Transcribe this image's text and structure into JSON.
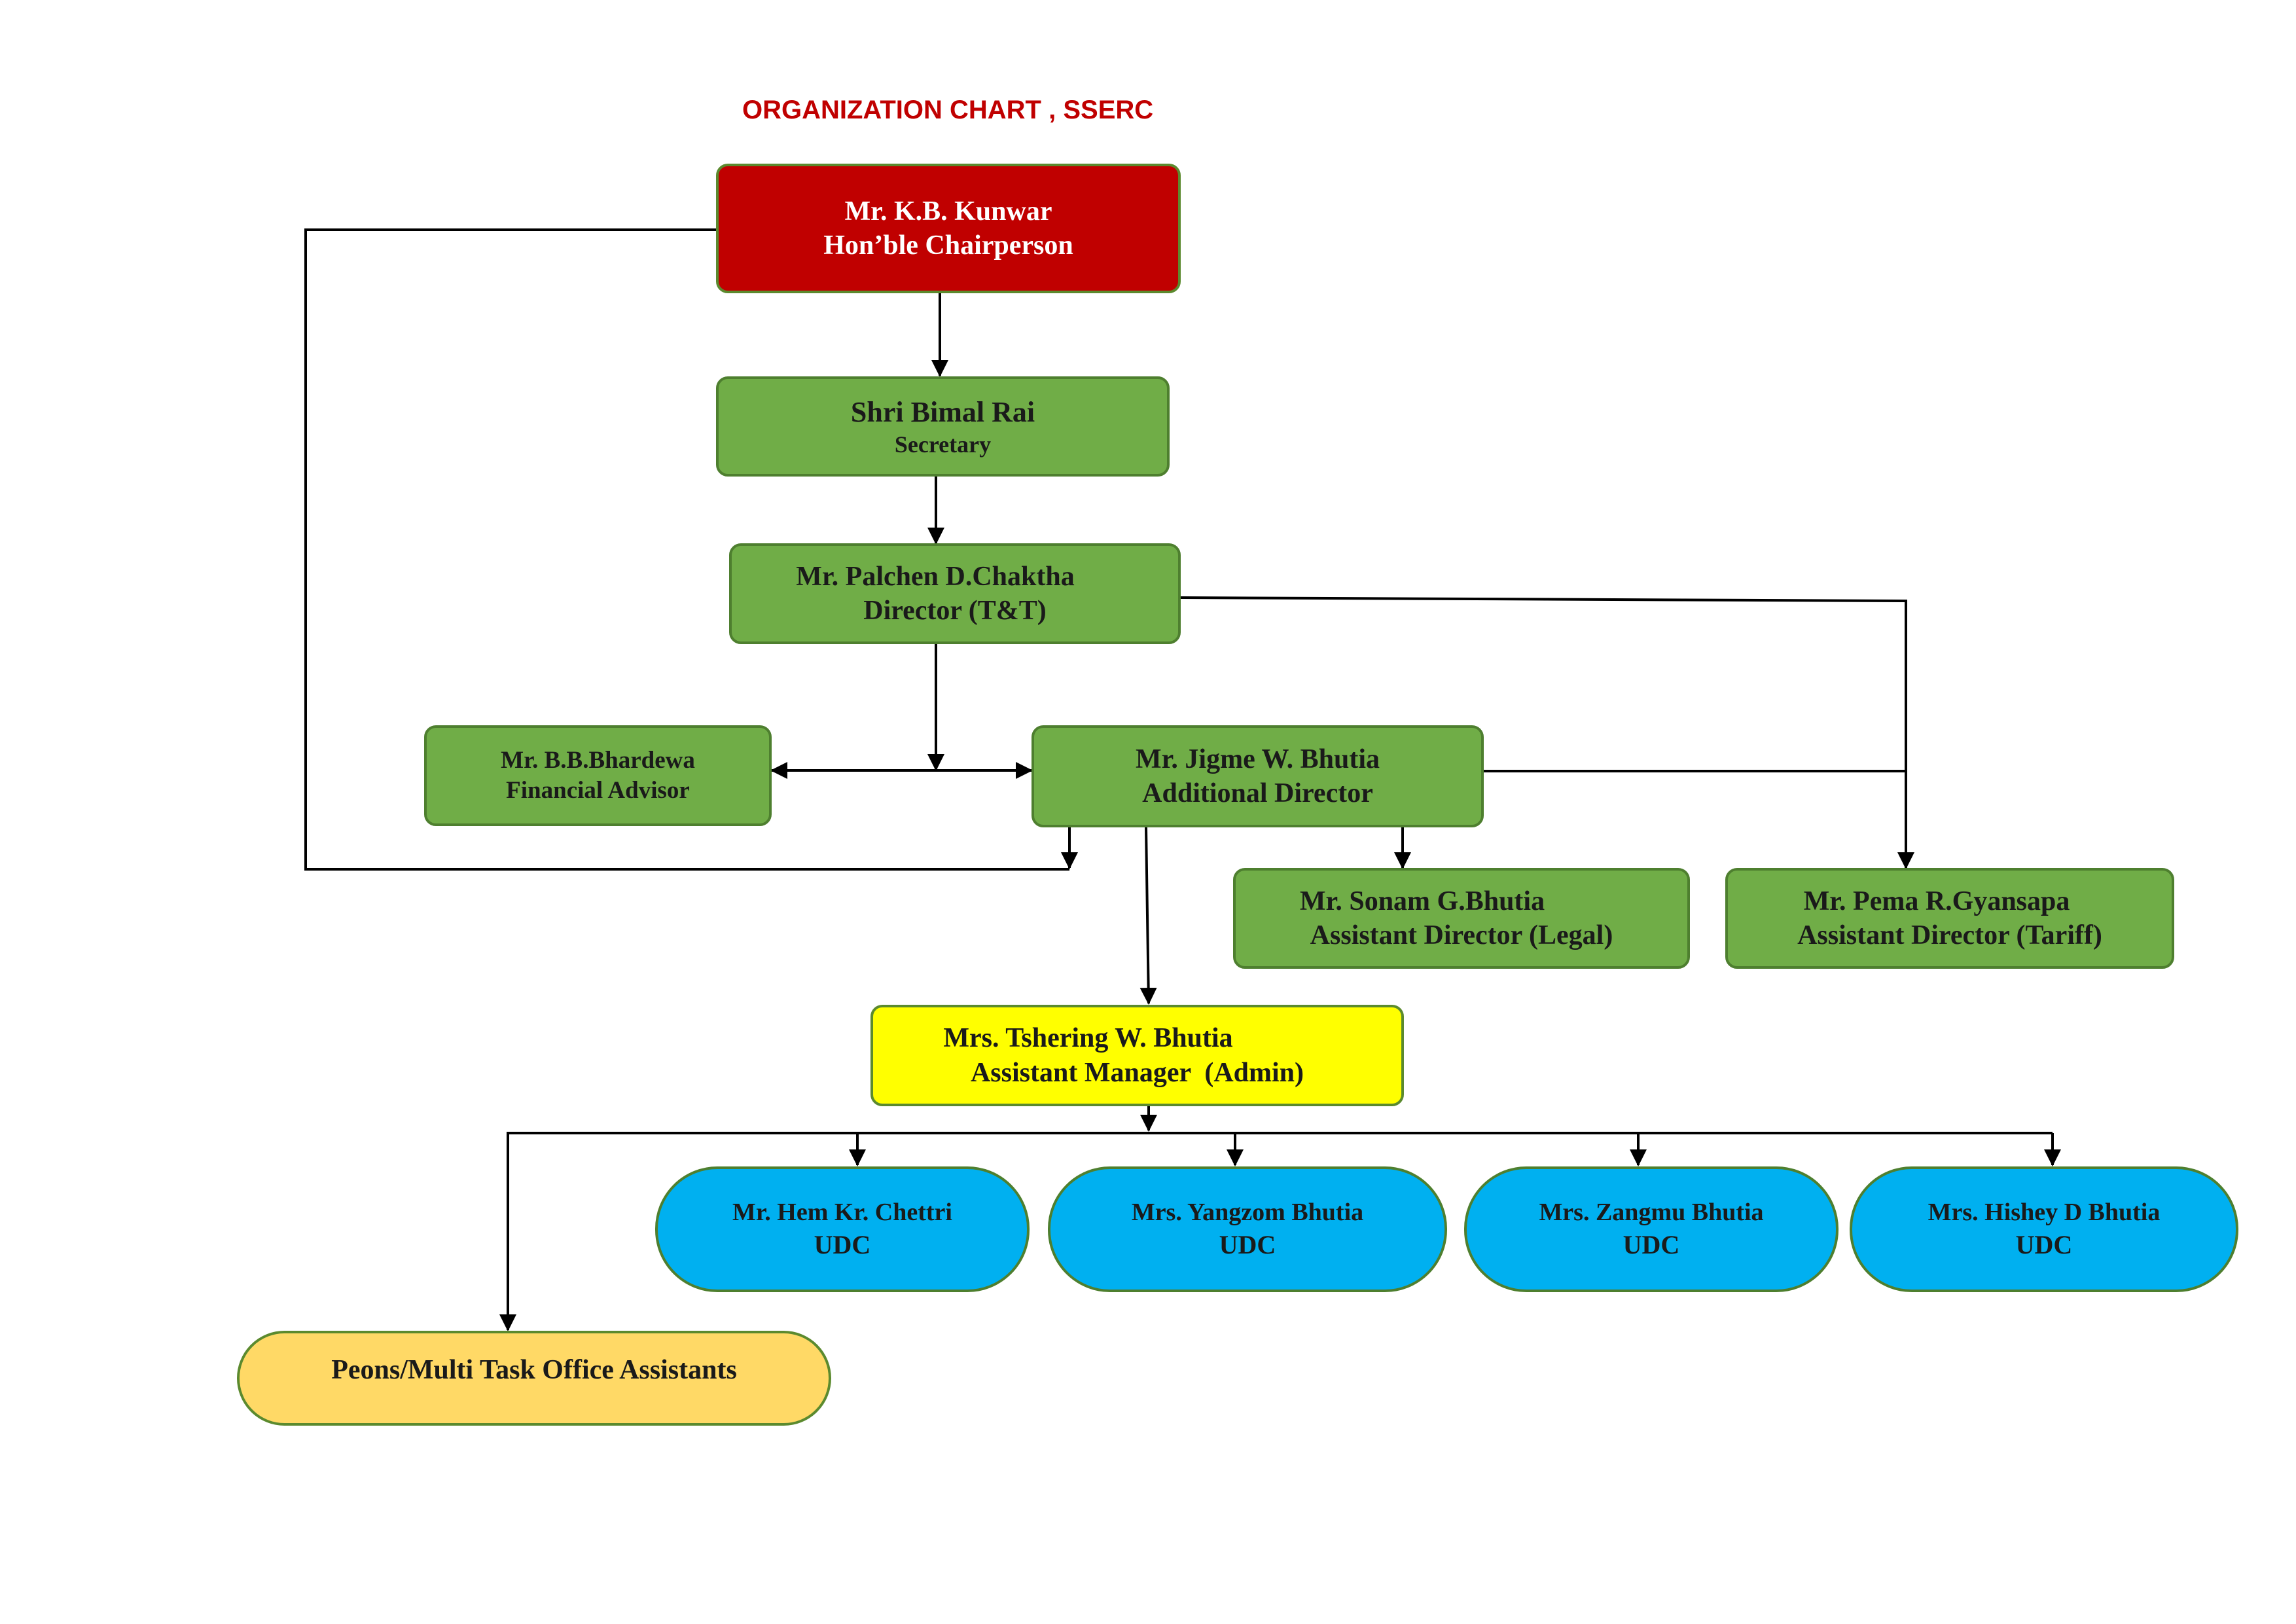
{
  "title": "ORGANIZATION CHART , SSERC",
  "nodes": {
    "chairperson": {
      "name": "Mr. K.B. Kunwar",
      "role": "Hon’ble Chairperson",
      "color": "#c00000"
    },
    "secretary": {
      "name": "Shri Bimal Rai",
      "role": "Secretary",
      "color": "#70ad47"
    },
    "director": {
      "name": "Mr. Palchen D.Chaktha",
      "role": "Director (T&T)",
      "color": "#70ad47"
    },
    "financial_advisor": {
      "name": "Mr. B.B.Bhardewa",
      "role": "Financial Advisor",
      "color": "#70ad47"
    },
    "additional_director": {
      "name": "Mr. Jigme W. Bhutia",
      "role": "Additional Director",
      "color": "#70ad47"
    },
    "ad_legal": {
      "name": "Mr. Sonam G.Bhutia",
      "role": "Assistant Director (Legal)",
      "color": "#70ad47"
    },
    "ad_tariff": {
      "name": "Mr. Pema R.Gyansapa",
      "role": "Assistant Director (Tariff)",
      "color": "#70ad47"
    },
    "am_admin": {
      "name": "Mrs. Tshering W. Bhutia",
      "role": "Assistant Manager  (Admin)",
      "color": "#ffff00"
    },
    "udc1": {
      "name": "Mr. Hem Kr. Chettri",
      "role": "UDC",
      "color": "#00b0f0"
    },
    "udc2": {
      "name": "Mrs. Yangzom Bhutia",
      "role": "UDC",
      "color": "#00b0f0"
    },
    "udc3": {
      "name": "Mrs. Zangmu Bhutia",
      "role": "UDC",
      "color": "#00b0f0"
    },
    "udc4": {
      "name": "Mrs. Hishey D Bhutia",
      "role": "UDC",
      "color": "#00b0f0"
    },
    "peons": {
      "name": "Peons/Multi Task Office Assistants",
      "color": "#ffd966"
    }
  }
}
